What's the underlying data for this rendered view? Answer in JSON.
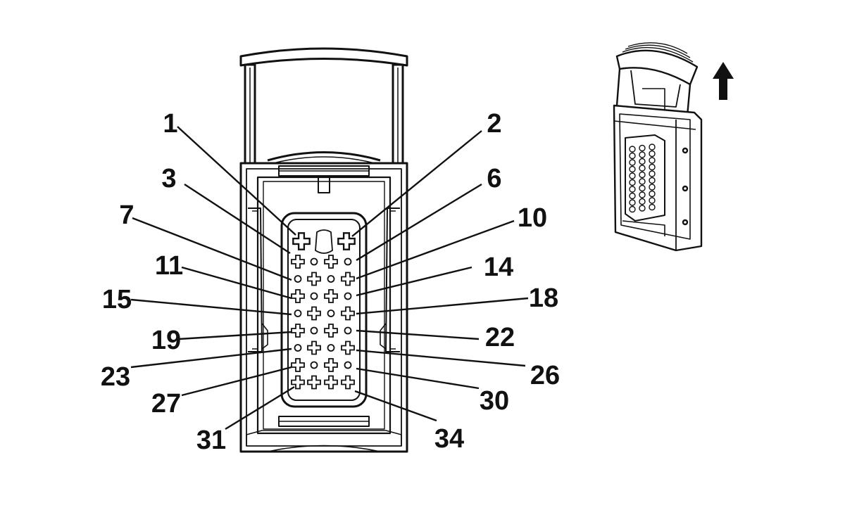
{
  "diagram": {
    "stroke_color": "#111111",
    "background": "#ffffff",
    "pin_labels": {
      "left": [
        "1",
        "3",
        "7",
        "11",
        "15",
        "19",
        "23",
        "27",
        "31"
      ],
      "right": [
        "2",
        "6",
        "10",
        "14",
        "18",
        "22",
        "26",
        "30",
        "34"
      ]
    },
    "inset_arrow_icon": "arrow-up-icon"
  }
}
